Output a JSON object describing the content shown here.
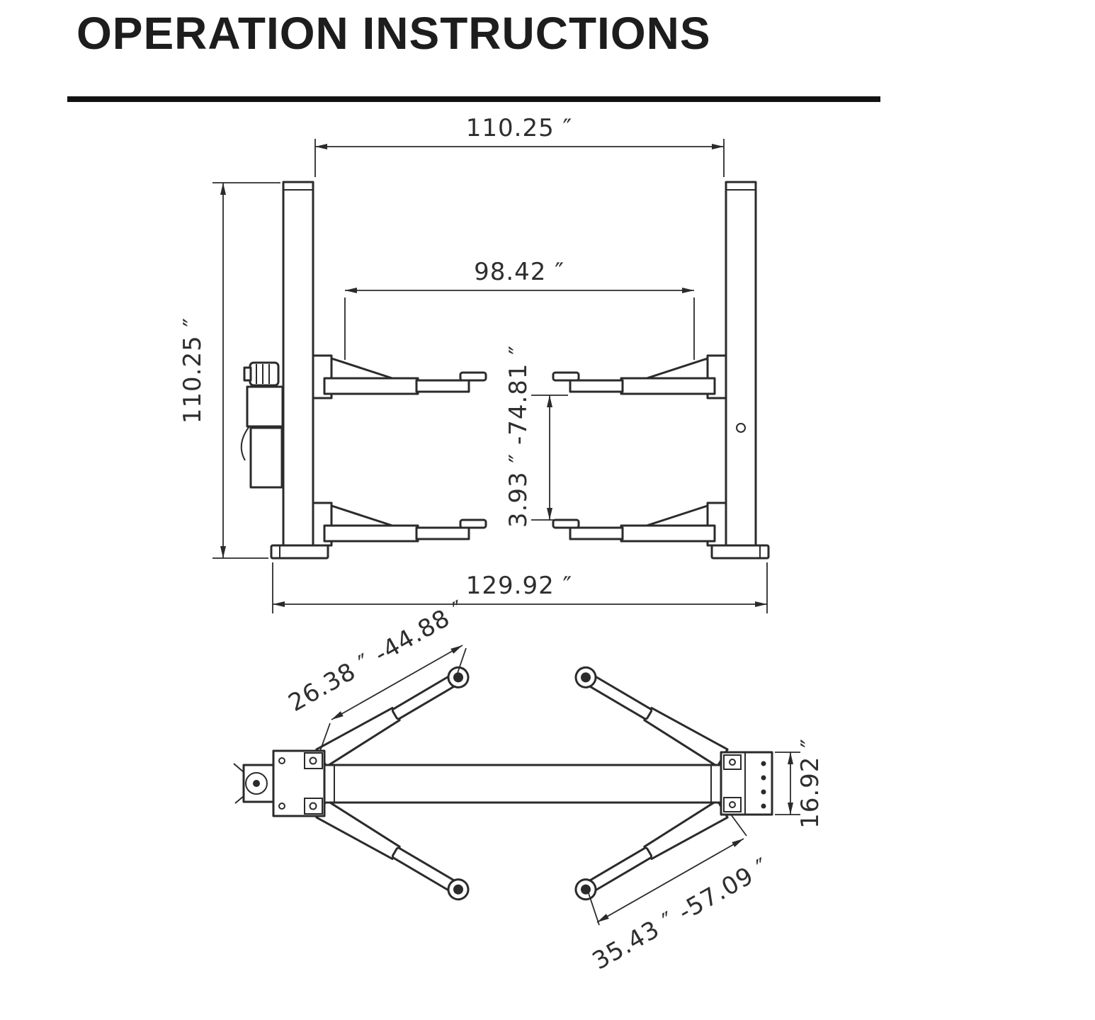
{
  "page": {
    "title": "OPERATION INSTRUCTIONS"
  },
  "front_view": {
    "description": "two-post lift front elevation",
    "dims": {
      "overall_width_top": "110.25 ″",
      "inner_width": "98.42 ″",
      "column_height": "110.25 ″",
      "pad_height_range": "3.93 ″ -74.81 ″",
      "overall_base_width": "129.92 ″"
    }
  },
  "plan_view": {
    "description": "two-post lift top view with swing arms",
    "dims": {
      "short_arm_reach": "26.38 ″ -44.88 ″",
      "long_arm_reach": "35.43 ″ -57.09 ″",
      "carriage_depth": "16.92 ″"
    }
  },
  "colors": {
    "line": "#2b2b2b",
    "title": "#1d1d1d"
  }
}
